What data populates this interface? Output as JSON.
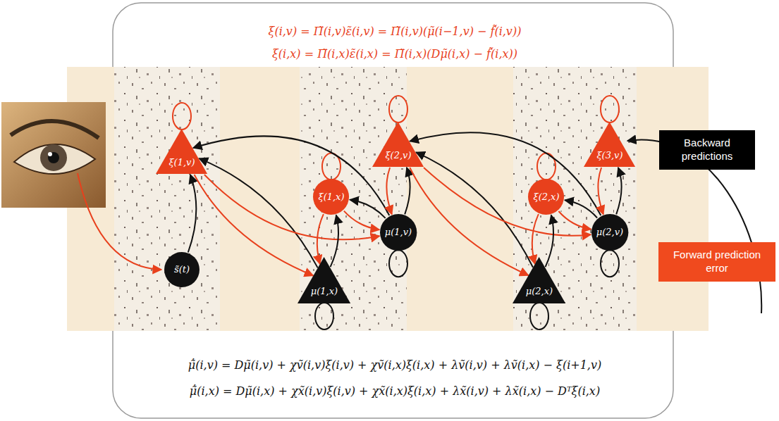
{
  "diagram": {
    "nodes": [
      {
        "text": [
          "ξ(1,v)"
        ]
      },
      {
        "text": [
          "s̃(t)"
        ]
      },
      {
        "text": [
          "ξ(1,x)"
        ]
      },
      {
        "text": [
          "ξ(2,v)"
        ]
      },
      {
        "text": [
          "μ(1,v)"
        ]
      },
      {
        "text": [
          "μ(1,x)"
        ]
      },
      {
        "text": [
          "ξ(2,x)"
        ]
      },
      {
        "text": [
          "ξ(3,v)"
        ]
      },
      {
        "text": [
          "μ(2,v)"
        ]
      },
      {
        "text": [
          "μ(2,x)"
        ]
      },
      {
        "text": [
          "Backward predictions"
        ]
      },
      {
        "text": [
          "Forward prediction error"
        ]
      }
    ],
    "edges": [
      {
        "from": 1,
        "to": 0,
        "arrow": "to"
      },
      {
        "from": 0,
        "to": 5,
        "arrow": "to"
      },
      {
        "from": 5,
        "to": 0,
        "arrow": "to"
      },
      {
        "from": 0,
        "to": 4,
        "arrow": "to"
      },
      {
        "from": 4,
        "to": 0,
        "arrow": "to"
      },
      {
        "from": 2,
        "to": 5,
        "arrow": "to"
      },
      {
        "from": 5,
        "to": 2,
        "arrow": "to"
      },
      {
        "from": 2,
        "to": 4,
        "arrow": "to"
      },
      {
        "from": 4,
        "to": 2,
        "arrow": "to"
      },
      {
        "from": 4,
        "to": 3,
        "arrow": "to"
      },
      {
        "from": 3,
        "to": 4,
        "arrow": "to"
      },
      {
        "from": 3,
        "to": 9,
        "arrow": "to"
      },
      {
        "from": 9,
        "to": 3,
        "arrow": "to"
      },
      {
        "from": 3,
        "to": 8,
        "arrow": "to"
      },
      {
        "from": 8,
        "to": 3,
        "arrow": "to"
      },
      {
        "from": 6,
        "to": 9,
        "arrow": "to"
      },
      {
        "from": 9,
        "to": 6,
        "arrow": "to"
      },
      {
        "from": 6,
        "to": 8,
        "arrow": "to"
      },
      {
        "from": 8,
        "to": 6,
        "arrow": "to"
      },
      {
        "from": 8,
        "to": 7,
        "arrow": "to"
      },
      {
        "from": 7,
        "to": 8,
        "arrow": "to"
      }
    ],
    "labels": [
      "ξ(i,v) = Π̃(i,v)ε̃(i,v) = Π̃(i,v)(μ̃(i−1,v) − f̃(i,v))",
      "ξ(i,x) = Π̃(i,x)ε̃(i,x) = Π̃(i,x)(Dμ̃(i,x) − f̃(i,x))",
      "μ̃̇(i,v) = Dμ̃(i,v) + χṽ(i,v)ξ(i,v) + χṽ(i,x)ξ(i,x) + λṽ(i,v) + λṽ(i,x) − ξ(i+1,v)",
      "μ̃̇(i,x) = Dμ̃(i,x) + χx̃(i,v)ξ(i,v) + χx̃(i,x)ξ(i,x) + λx̃(i,v) + λx̃(i,x) − Dᵀξ(i,x)"
    ]
  }
}
